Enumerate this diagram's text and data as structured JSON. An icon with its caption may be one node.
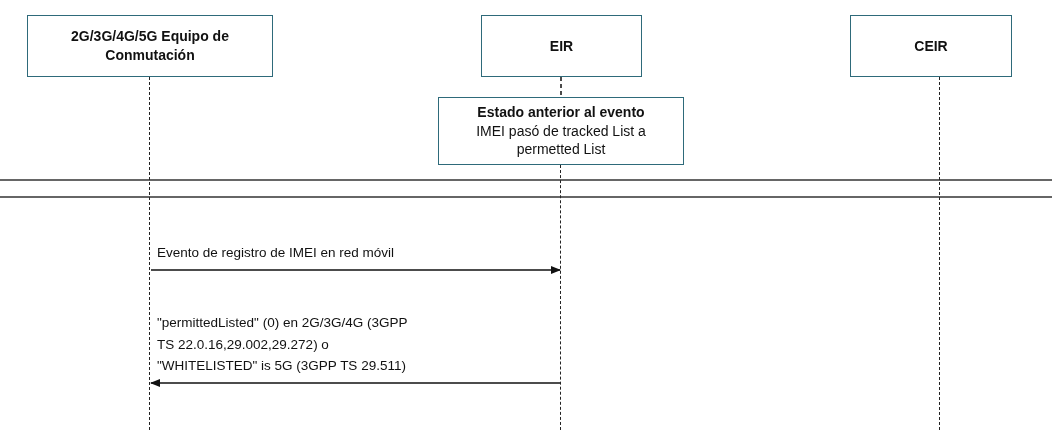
{
  "diagram": {
    "nodes": [
      {
        "text": [
          "2G/3G/4G/5G Equipo de Conmutación"
        ]
      },
      {
        "text": [
          "EIR"
        ]
      },
      {
        "text": [
          "CEIR"
        ]
      },
      {
        "text": [
          "Estado anterior al evento",
          "IMEI pasó de tracked List a permetted List"
        ]
      },
      {
        "text": [],
        "shape": "line"
      },
      {
        "text": [],
        "shape": "line"
      },
      {
        "text": [],
        "shape": "line"
      }
    ],
    "edges": [
      {
        "from": 4,
        "to": 5,
        "arrow": "to",
        "label": "Evento de registro de IMEI en red móvil"
      },
      {
        "from": 5,
        "to": 4,
        "arrow": "to",
        "label": "\"permittedListed\" (0) en 2G/3G/4G (3GPP TS 22.0.16,29.002,29.272) o \"WHITELISTED\" is 5G (3GPP TS 29.511)"
      },
      {
        "from": 1,
        "to": 3,
        "arrow": "none",
        "style": "dashed"
      }
    ]
  }
}
